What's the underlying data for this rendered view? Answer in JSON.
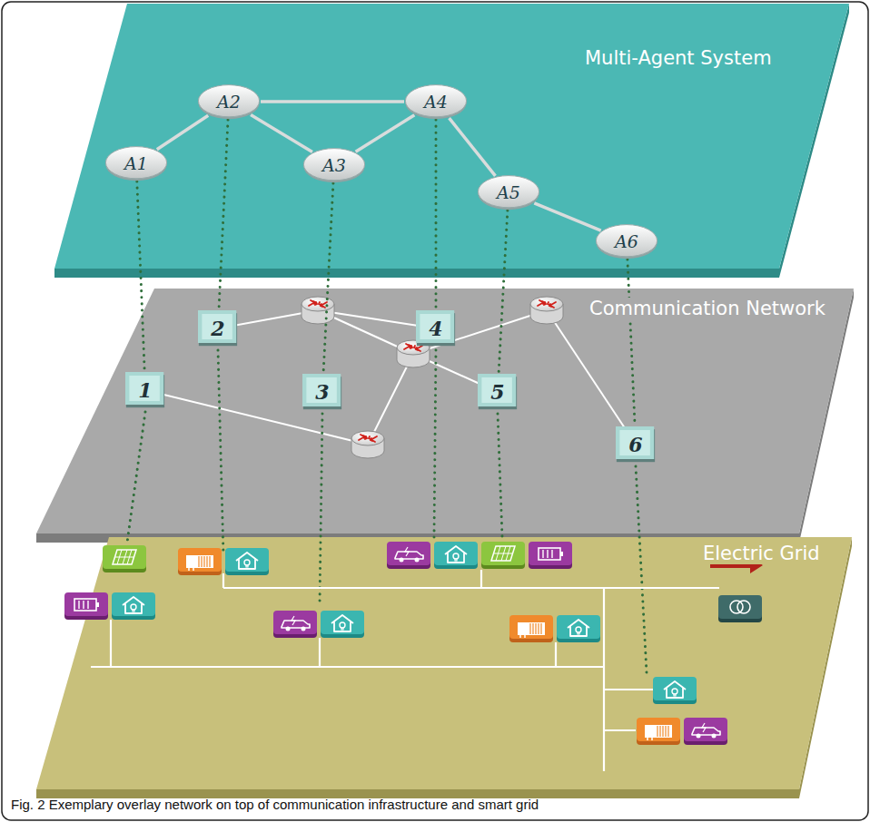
{
  "diagram": {
    "caption": "Fig. 2 Exemplary overlay network on top of communication infrastructure and smart grid",
    "nodes": [
      {
        "text": [
          "Multi-Agent System"
        ]
      },
      {
        "text": [
          "A1"
        ],
        "in": 0
      },
      {
        "text": [
          "A2"
        ],
        "in": 0
      },
      {
        "text": [
          "A3"
        ],
        "in": 0
      },
      {
        "text": [
          "A4"
        ],
        "in": 0
      },
      {
        "text": [
          "A5"
        ],
        "in": 0
      },
      {
        "text": [
          "A6"
        ],
        "in": 0
      },
      {
        "text": [
          "Communication Network"
        ]
      },
      {
        "text": [
          "1"
        ],
        "in": 7
      },
      {
        "text": [
          "2"
        ],
        "in": 7
      },
      {
        "text": [
          "3"
        ],
        "in": 7
      },
      {
        "text": [
          "4"
        ],
        "in": 7
      },
      {
        "text": [
          "5"
        ],
        "in": 7
      },
      {
        "text": [
          "6"
        ],
        "in": 7
      },
      {
        "text": [
          "Electric Grid"
        ]
      }
    ],
    "edges": [
      {
        "from": 1,
        "to": 2,
        "arrow": "none"
      },
      {
        "from": 2,
        "to": 3,
        "arrow": "none"
      },
      {
        "from": 2,
        "to": 4,
        "arrow": "none"
      },
      {
        "from": 3,
        "to": 4,
        "arrow": "none"
      },
      {
        "from": 4,
        "to": 5,
        "arrow": "none"
      },
      {
        "from": 5,
        "to": 6,
        "arrow": "none"
      },
      {
        "from": 1,
        "to": 8,
        "arrow": "none"
      },
      {
        "from": 2,
        "to": 9,
        "arrow": "none"
      },
      {
        "from": 3,
        "to": 10,
        "arrow": "none"
      },
      {
        "from": 4,
        "to": 11,
        "arrow": "none"
      },
      {
        "from": 5,
        "to": 12,
        "arrow": "none"
      },
      {
        "from": 6,
        "to": 13,
        "arrow": "none"
      }
    ]
  }
}
